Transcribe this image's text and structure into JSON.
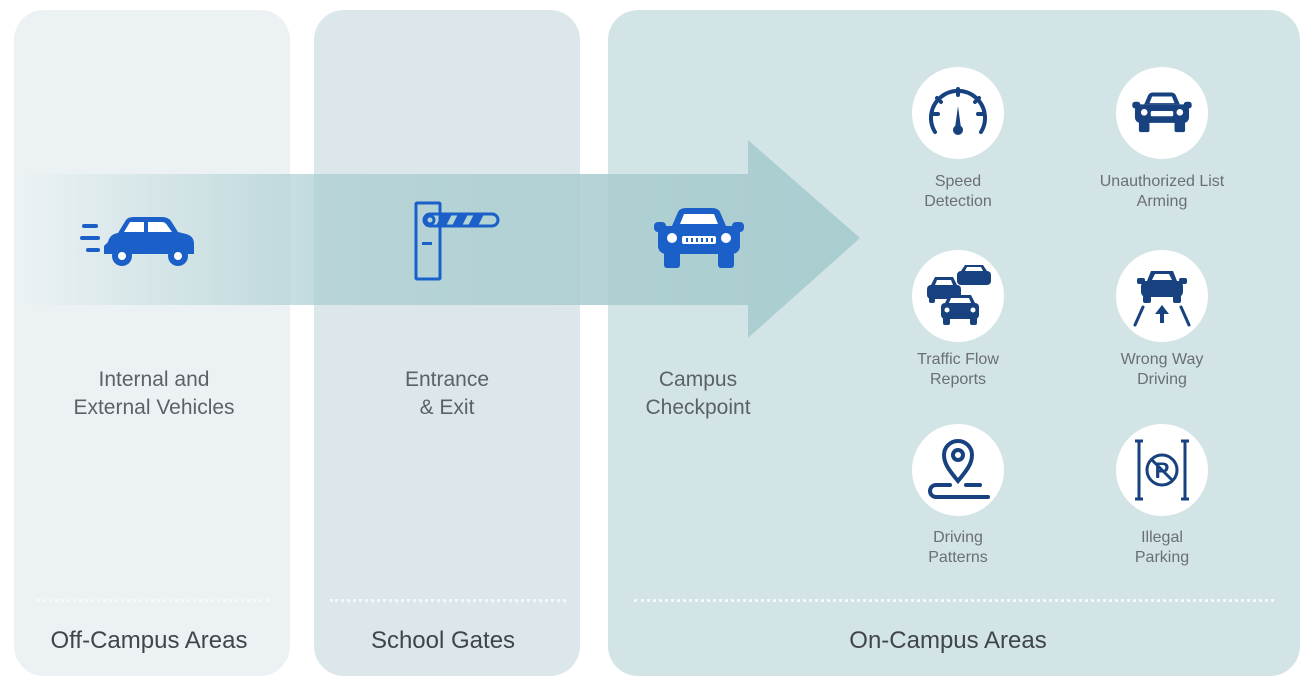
{
  "zones": {
    "off_campus": "Off-Campus Areas",
    "school_gates": "School Gates",
    "on_campus": "On-Campus Areas"
  },
  "stages": {
    "vehicles": [
      "Internal and",
      "External Vehicles"
    ],
    "gate": [
      "Entrance",
      "& Exit"
    ],
    "checkpoint": [
      "Campus",
      "Checkpoint"
    ]
  },
  "features": {
    "speed": [
      "Speed",
      "Detection"
    ],
    "unauthorized": [
      "Unauthorized List",
      "Arming"
    ],
    "traffic": [
      "Traffic Flow",
      "Reports"
    ],
    "wrongway": [
      "Wrong Way",
      "Driving"
    ],
    "patterns": [
      "Driving",
      "Patterns"
    ],
    "parking": [
      "Illegal",
      "Parking"
    ]
  },
  "colors": {
    "icon_blue": "#1b5fc9",
    "icon_navy": "#17427f",
    "arrow": "#a9cdd0"
  },
  "icons": {
    "vehicles": "moving-car-icon",
    "gate": "barrier-gate-icon",
    "checkpoint": "car-front-icon",
    "speed": "speedometer-icon",
    "unauthorized": "car-front-icon",
    "traffic": "traffic-cars-icon",
    "wrongway": "wrong-way-car-icon",
    "patterns": "location-route-icon",
    "parking": "no-parking-icon"
  }
}
